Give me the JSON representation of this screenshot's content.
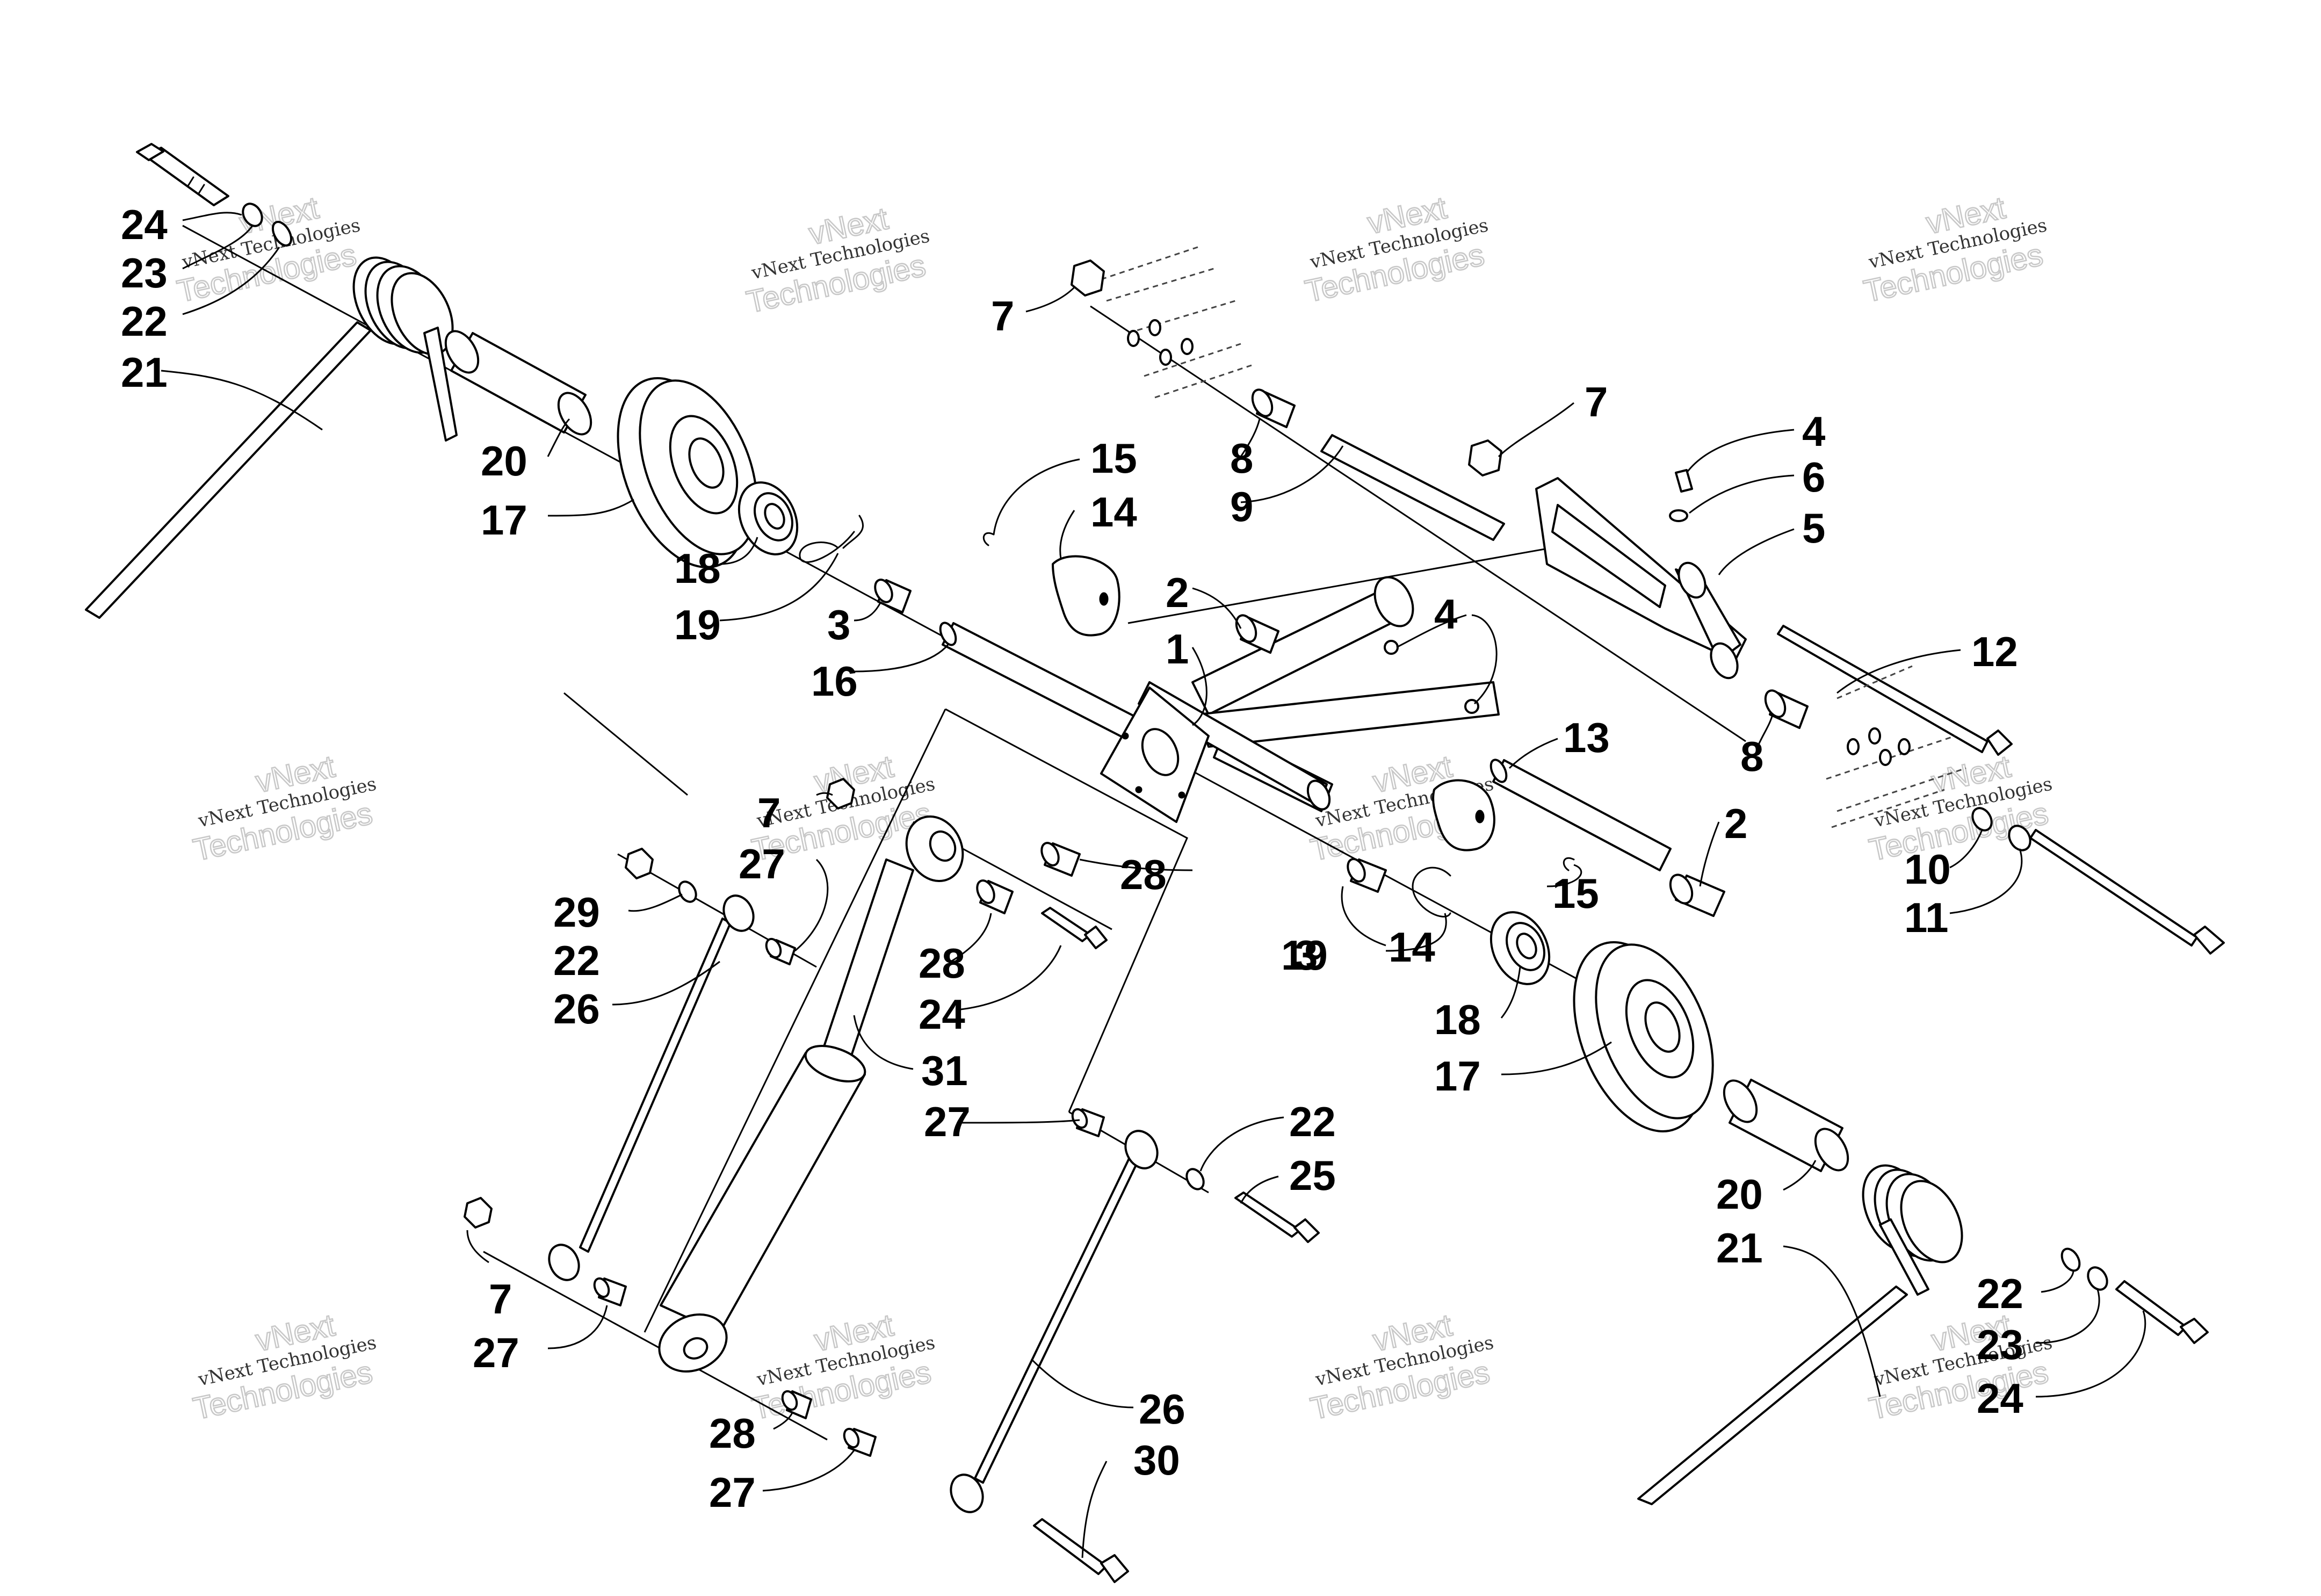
{
  "diagram": {
    "callouts": [
      {
        "id": "c24a",
        "text": "24"
      },
      {
        "id": "c23a",
        "text": "23"
      },
      {
        "id": "c22a",
        "text": "22"
      },
      {
        "id": "c21a",
        "text": "21"
      },
      {
        "id": "c20a",
        "text": "20"
      },
      {
        "id": "c17a",
        "text": "17"
      },
      {
        "id": "c18a",
        "text": "18"
      },
      {
        "id": "c19a",
        "text": "19"
      },
      {
        "id": "c3a",
        "text": "3"
      },
      {
        "id": "c16",
        "text": "16"
      },
      {
        "id": "c15a",
        "text": "15"
      },
      {
        "id": "c14a",
        "text": "14"
      },
      {
        "id": "c7a",
        "text": "7"
      },
      {
        "id": "c8a",
        "text": "8"
      },
      {
        "id": "c9",
        "text": "9"
      },
      {
        "id": "c7b",
        "text": "7"
      },
      {
        "id": "c4a",
        "text": "4"
      },
      {
        "id": "c6",
        "text": "6"
      },
      {
        "id": "c5",
        "text": "5"
      },
      {
        "id": "c2a",
        "text": "2"
      },
      {
        "id": "c1",
        "text": "1"
      },
      {
        "id": "c4b",
        "text": "4"
      },
      {
        "id": "c12",
        "text": "12"
      },
      {
        "id": "c13",
        "text": "13"
      },
      {
        "id": "c8b",
        "text": "8"
      },
      {
        "id": "c2b",
        "text": "2"
      },
      {
        "id": "c10",
        "text": "10"
      },
      {
        "id": "c11",
        "text": "11"
      },
      {
        "id": "c7c",
        "text": "7"
      },
      {
        "id": "c27a",
        "text": "27"
      },
      {
        "id": "c29",
        "text": "29"
      },
      {
        "id": "c22b",
        "text": "22"
      },
      {
        "id": "c26a",
        "text": "26"
      },
      {
        "id": "c28a",
        "text": "28"
      },
      {
        "id": "c28b",
        "text": "28"
      },
      {
        "id": "c24b",
        "text": "24"
      },
      {
        "id": "c31",
        "text": "31"
      },
      {
        "id": "c3b",
        "text": "3"
      },
      {
        "id": "c19b",
        "text": "19"
      },
      {
        "id": "c14b",
        "text": "14"
      },
      {
        "id": "c15b",
        "text": "15"
      },
      {
        "id": "c18b",
        "text": "18"
      },
      {
        "id": "c17b",
        "text": "17"
      },
      {
        "id": "c27b",
        "text": "27"
      },
      {
        "id": "c22c",
        "text": "22"
      },
      {
        "id": "c25",
        "text": "25"
      },
      {
        "id": "c20b",
        "text": "20"
      },
      {
        "id": "c21b",
        "text": "21"
      },
      {
        "id": "c7d",
        "text": "7"
      },
      {
        "id": "c27c",
        "text": "27"
      },
      {
        "id": "c22d",
        "text": "22"
      },
      {
        "id": "c23b",
        "text": "23"
      },
      {
        "id": "c24c",
        "text": "24"
      },
      {
        "id": "c26b",
        "text": "26"
      },
      {
        "id": "c28c",
        "text": "28"
      },
      {
        "id": "c27d",
        "text": "27"
      },
      {
        "id": "c30",
        "text": "30"
      }
    ],
    "watermark": {
      "line1": "vNext",
      "line2": "vNext Technologies",
      "line3": "Technologies"
    }
  }
}
